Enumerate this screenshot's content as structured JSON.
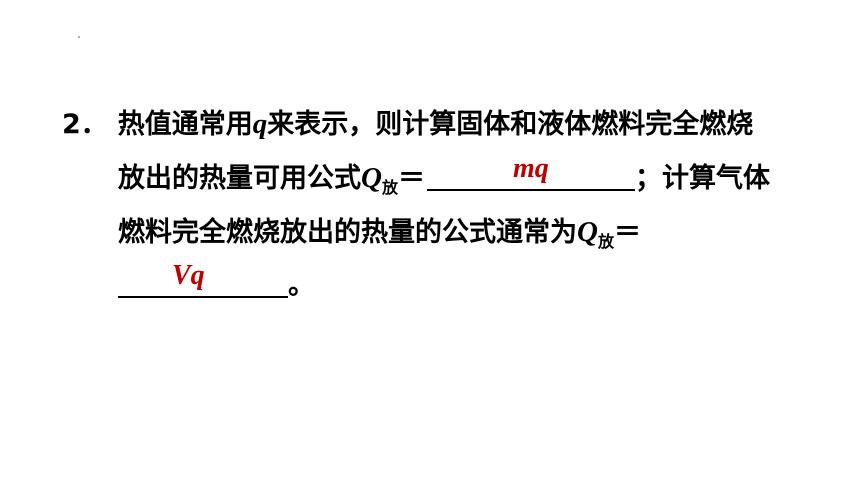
{
  "question": {
    "number": "2．",
    "line1_a": "热值通常用",
    "var_q": "q",
    "line1_b": "来表示，则计算固体和液体燃料完全燃烧",
    "line2_a": "放出的热量可用公式",
    "var_Q": "Q",
    "sub_fang": "放",
    "equals": "＝",
    "answer1": "mq",
    "line2_b": "；计算气体",
    "line3_a": "燃料完全燃烧放出的热量的公式通常为",
    "answer2": "Vq",
    "line4_end": "。"
  }
}
